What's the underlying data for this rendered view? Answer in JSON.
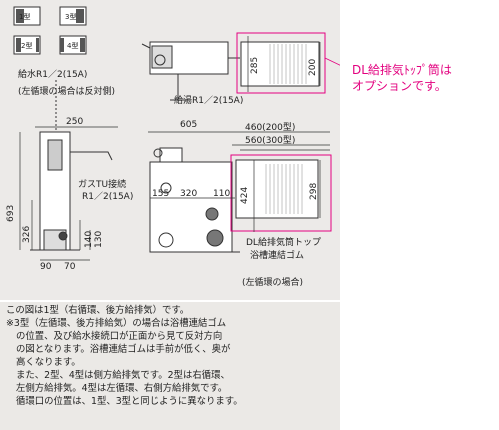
{
  "type_icons": [
    "1型",
    "3型",
    "2型",
    "4型"
  ],
  "labels": {
    "supply": "給水R1／2(15A)",
    "reverse_side": "(左循環の場合は反対側)",
    "hot_water": "給湯R1／2(15A)",
    "gas1": "ガスTU接続",
    "gas2": "R1／2(15A)",
    "duct1": "DL給排気筒トップ",
    "duct2": "浴槽連結ゴム",
    "left_case": "(左循環の場合)"
  },
  "dimensions": {
    "d250": "250",
    "d693": "693",
    "d326": "326",
    "d140": "140",
    "d130": "130",
    "d90": "90",
    "d70": "70",
    "d605": "605",
    "d460": "460(200型)",
    "d560": "560(300型)",
    "d155": "155",
    "d320": "320",
    "d110": "110",
    "d424": "424",
    "d298": "298",
    "d285": "285",
    "d200": "200"
  },
  "callout": [
    "DL給排気ﾄｯﾌﾟ筒は",
    "オプションです。"
  ],
  "notes": [
    "この図は1型（右循環、後方給排気）です。",
    "※3型（左循環、後方排給気）の場合は浴槽連結ゴム",
    "の位置、及び給水接続口が正面から見て反対方向",
    "の図となります。浴槽連結ゴムは手前が低く、奥が",
    "高くなります。",
    "また、2型、4型は側方給排気です。2型は右循環、",
    "左側方給排気。4型は左循環、右側方給排気です。",
    "循環口の位置は、1型、3型と同じように異なります。"
  ],
  "colors": {
    "callout": "#e3007f",
    "panel": "#eceae8",
    "line": "#222222"
  }
}
